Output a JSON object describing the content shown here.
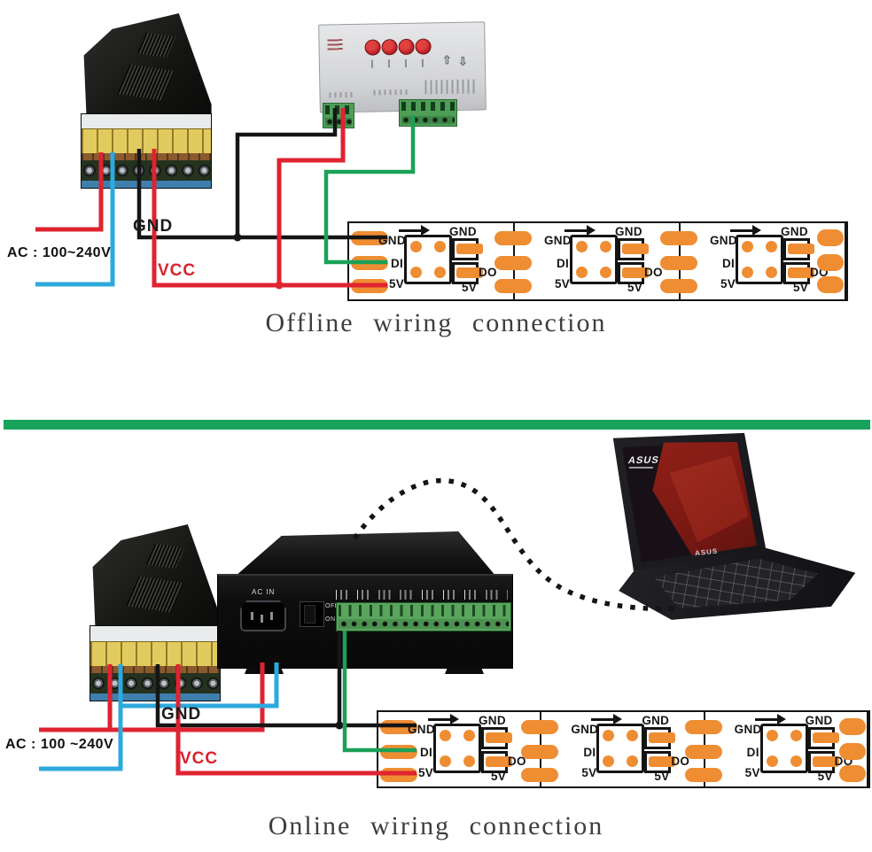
{
  "diagrams": {
    "offline": {
      "caption": "Offline wiring connection",
      "ac_label": "AC : 100~240V",
      "gnd_wire_label": "GND",
      "vcc_wire_label": "VCC"
    },
    "online": {
      "caption": "Online wiring connection",
      "ac_label": "AC : 100 ~240V",
      "gnd_wire_label": "GND",
      "vcc_wire_label": "VCC"
    }
  },
  "strip": {
    "pad_labels": {
      "gnd": "GND",
      "di": "DI",
      "five_v": "5V",
      "do_out": "DO"
    }
  },
  "online_controller": {
    "ac_in_label": "AC IN",
    "switch_off_label": "OFF",
    "switch_on_label": "ON"
  },
  "laptop": {
    "brand": "ASUS"
  },
  "colors": {
    "wire_red": "#df2330",
    "wire_blue": "#2ea9dd",
    "wire_black": "#151515",
    "wire_green": "#1aa157",
    "divider_green": "#17a35b",
    "pad_orange": "#ef8d33",
    "button_red": "#c4242b"
  }
}
